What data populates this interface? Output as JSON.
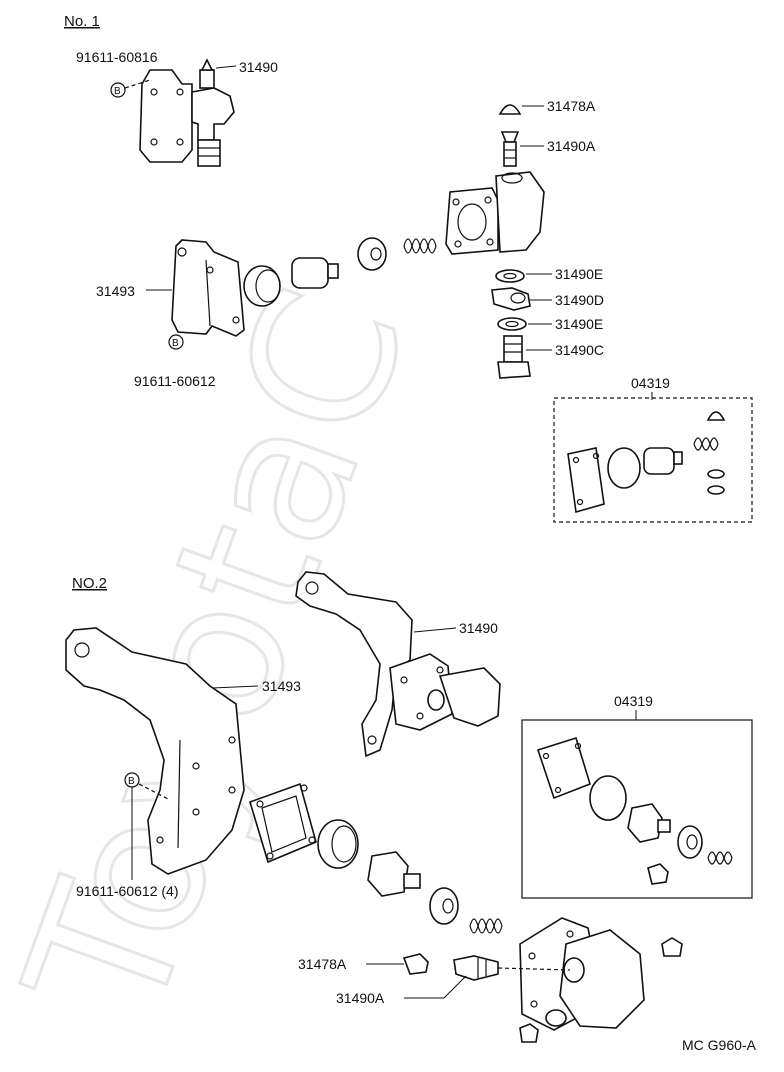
{
  "watermark": "ToyotaC",
  "sections": [
    {
      "id": "no1",
      "heading": "No. 1",
      "labels": {
        "bolt_top": "91611-60816",
        "bolt_top_tag": "B",
        "pump_assy": "31490",
        "cap": "31478A",
        "valve": "31490A",
        "gasket_upper": "31490E",
        "union": "31490D",
        "gasket_lower": "31490E",
        "union_bolt": "31490C",
        "bracket": "31493",
        "bolt_bottom_tag": "B",
        "bolt_bottom": "91611-60612",
        "kit": "04319"
      }
    },
    {
      "id": "no2",
      "heading": "NO.2",
      "labels": {
        "pump_assy": "31490",
        "bracket": "31493",
        "kit": "04319",
        "bolt_tag": "B",
        "bolt": "91611-60612 (4)",
        "cap": "31478A",
        "valve": "31490A"
      }
    }
  ],
  "footer_code": "MC  G960-A"
}
